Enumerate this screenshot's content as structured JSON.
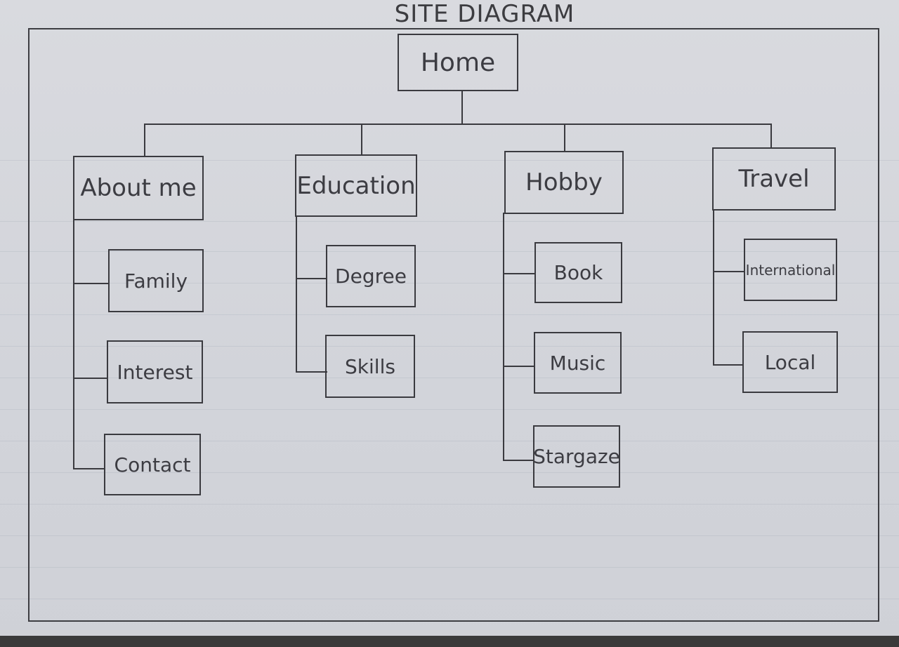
{
  "title": "SITE DIAGRAM",
  "root": {
    "label": "Home"
  },
  "sections": [
    {
      "label": "About me",
      "children": [
        "Family",
        "Interest",
        "Contact"
      ]
    },
    {
      "label": "Education",
      "children": [
        "Degree",
        "Skills"
      ]
    },
    {
      "label": "Hobby",
      "children": [
        "Book",
        "Music",
        "Stargaze"
      ]
    },
    {
      "label": "Travel",
      "children": [
        "International",
        "Local"
      ]
    }
  ],
  "colors": {
    "ink": "#3a3a3f",
    "paper": "#d5d7dc"
  }
}
